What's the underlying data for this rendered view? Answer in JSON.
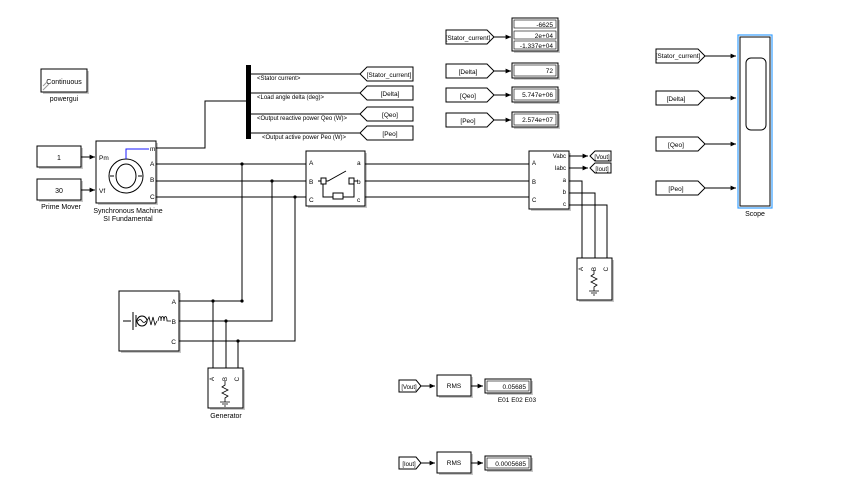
{
  "powergui": {
    "label": "Continuous",
    "caption": "powergui"
  },
  "sources": {
    "const_pm": {
      "value": "1"
    },
    "const_vf": {
      "value": "30"
    },
    "caption": "Prime Mover"
  },
  "machine": {
    "ports": {
      "pm": "Pm",
      "vf": "Vf",
      "m": "m",
      "a": "A",
      "b": "B",
      "c": "C"
    },
    "caption_line1": "Synchronous Machine",
    "caption_line2": "SI Fundamental"
  },
  "bus_selector": {
    "signals": [
      "<Stator current>",
      "<Load angle  delta  (deg)>",
      "<Output reactive power  Qeo (W)>",
      "<Output active power   Peo (W)>"
    ]
  },
  "goto_tags": [
    "[Stator_current]",
    "[Delta]",
    "[Qeo]",
    "[Peo]"
  ],
  "from_tags": [
    "[Stator_current]",
    "[Delta]",
    "[Qeo]",
    "[Peo]"
  ],
  "displays": {
    "stator_current": [
      "-6625",
      "2e+04",
      "-1.337e+04"
    ],
    "delta": "72",
    "qeo": "5.747e+06",
    "peo": "2.574e+07"
  },
  "scope": {
    "inputs": [
      "[Stator_current]",
      "[Delta]",
      "[Qeo]",
      "[Peo]"
    ],
    "caption": "Scope"
  },
  "breaker": {
    "in_ports": [
      "A",
      "B",
      "C"
    ],
    "out_ports": [
      "a",
      "b",
      "c"
    ]
  },
  "vi_measure": {
    "in_ports": [
      "A",
      "B",
      "C"
    ],
    "out_ports": [
      "Vabc",
      "Iabc",
      "a",
      "b",
      "c"
    ],
    "vout_tag": "[Vout]",
    "iout_tag": "[Iout]"
  },
  "load": {
    "ports": [
      "A",
      "B",
      "C"
    ]
  },
  "grid_source": {
    "ports": [
      "A",
      "B",
      "C"
    ]
  },
  "generator": {
    "ports": [
      "A",
      "B",
      "C"
    ],
    "caption": "Generator"
  },
  "rms_vout": {
    "from": "[Vout]",
    "block": "RMS",
    "display": "0.05685",
    "caption": "E01 E02 E03"
  },
  "rms_iout": {
    "from": "[Iout]",
    "block": "RMS",
    "display": "0.0005685"
  },
  "colors": {
    "accent_blue": "#1a1aff",
    "scope_blue": "#3aa0ff",
    "shadow": "#c8c8c8"
  }
}
